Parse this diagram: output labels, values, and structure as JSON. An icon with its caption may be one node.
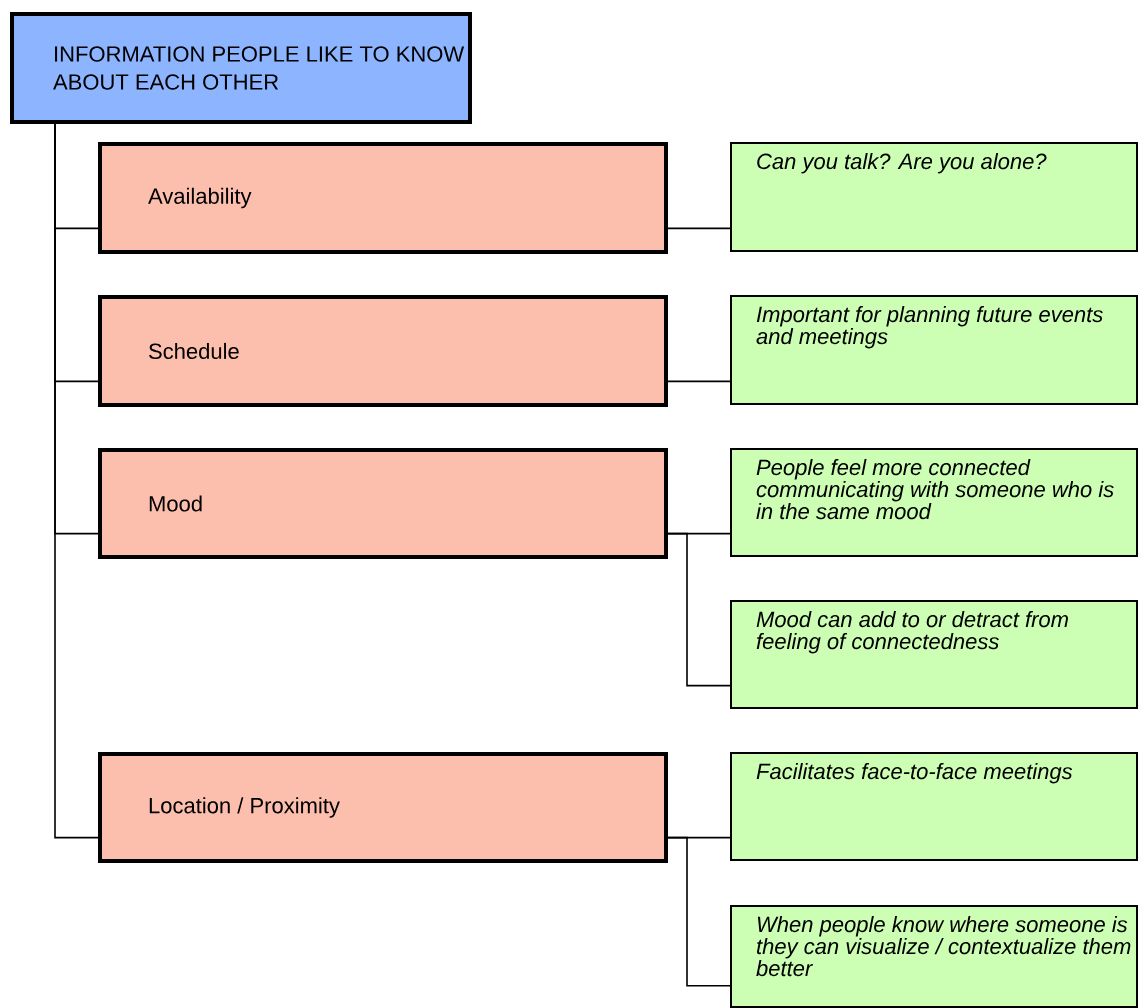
{
  "diagram": {
    "nodes": [
      {
        "text": [
          "INFORMATION PEOPLE LIKE TO KNOW ABOUT EACH OTHER"
        ]
      },
      {
        "text": [
          "Availability"
        ]
      },
      {
        "text": [
          "Can you talk? Are you alone?"
        ]
      },
      {
        "text": [
          "Schedule"
        ]
      },
      {
        "text": [
          "Important for planning future events and meetings"
        ]
      },
      {
        "text": [
          "Mood"
        ]
      },
      {
        "text": [
          "People feel more connected communicating with someone who is  in the same mood"
        ]
      },
      {
        "text": [
          "Mood can add to or detract from feeling of connectedness"
        ]
      },
      {
        "text": [
          "Location / Proximity"
        ]
      },
      {
        "text": [
          "Facilitates face-to-face meetings"
        ]
      },
      {
        "text": [
          "When people know where someone is they can visualize / contextualize them better"
        ]
      }
    ],
    "edges": [
      {
        "from": 0,
        "to": 1,
        "arrow": "none"
      },
      {
        "from": 0,
        "to": 3,
        "arrow": "none"
      },
      {
        "from": 0,
        "to": 5,
        "arrow": "none"
      },
      {
        "from": 0,
        "to": 8,
        "arrow": "none"
      },
      {
        "from": 1,
        "to": 2,
        "arrow": "none"
      },
      {
        "from": 3,
        "to": 4,
        "arrow": "none"
      },
      {
        "from": 5,
        "to": 6,
        "arrow": "none"
      },
      {
        "from": 5,
        "to": 7,
        "arrow": "none"
      },
      {
        "from": 8,
        "to": 9,
        "arrow": "none"
      },
      {
        "from": 8,
        "to": 10,
        "arrow": "none"
      }
    ]
  }
}
